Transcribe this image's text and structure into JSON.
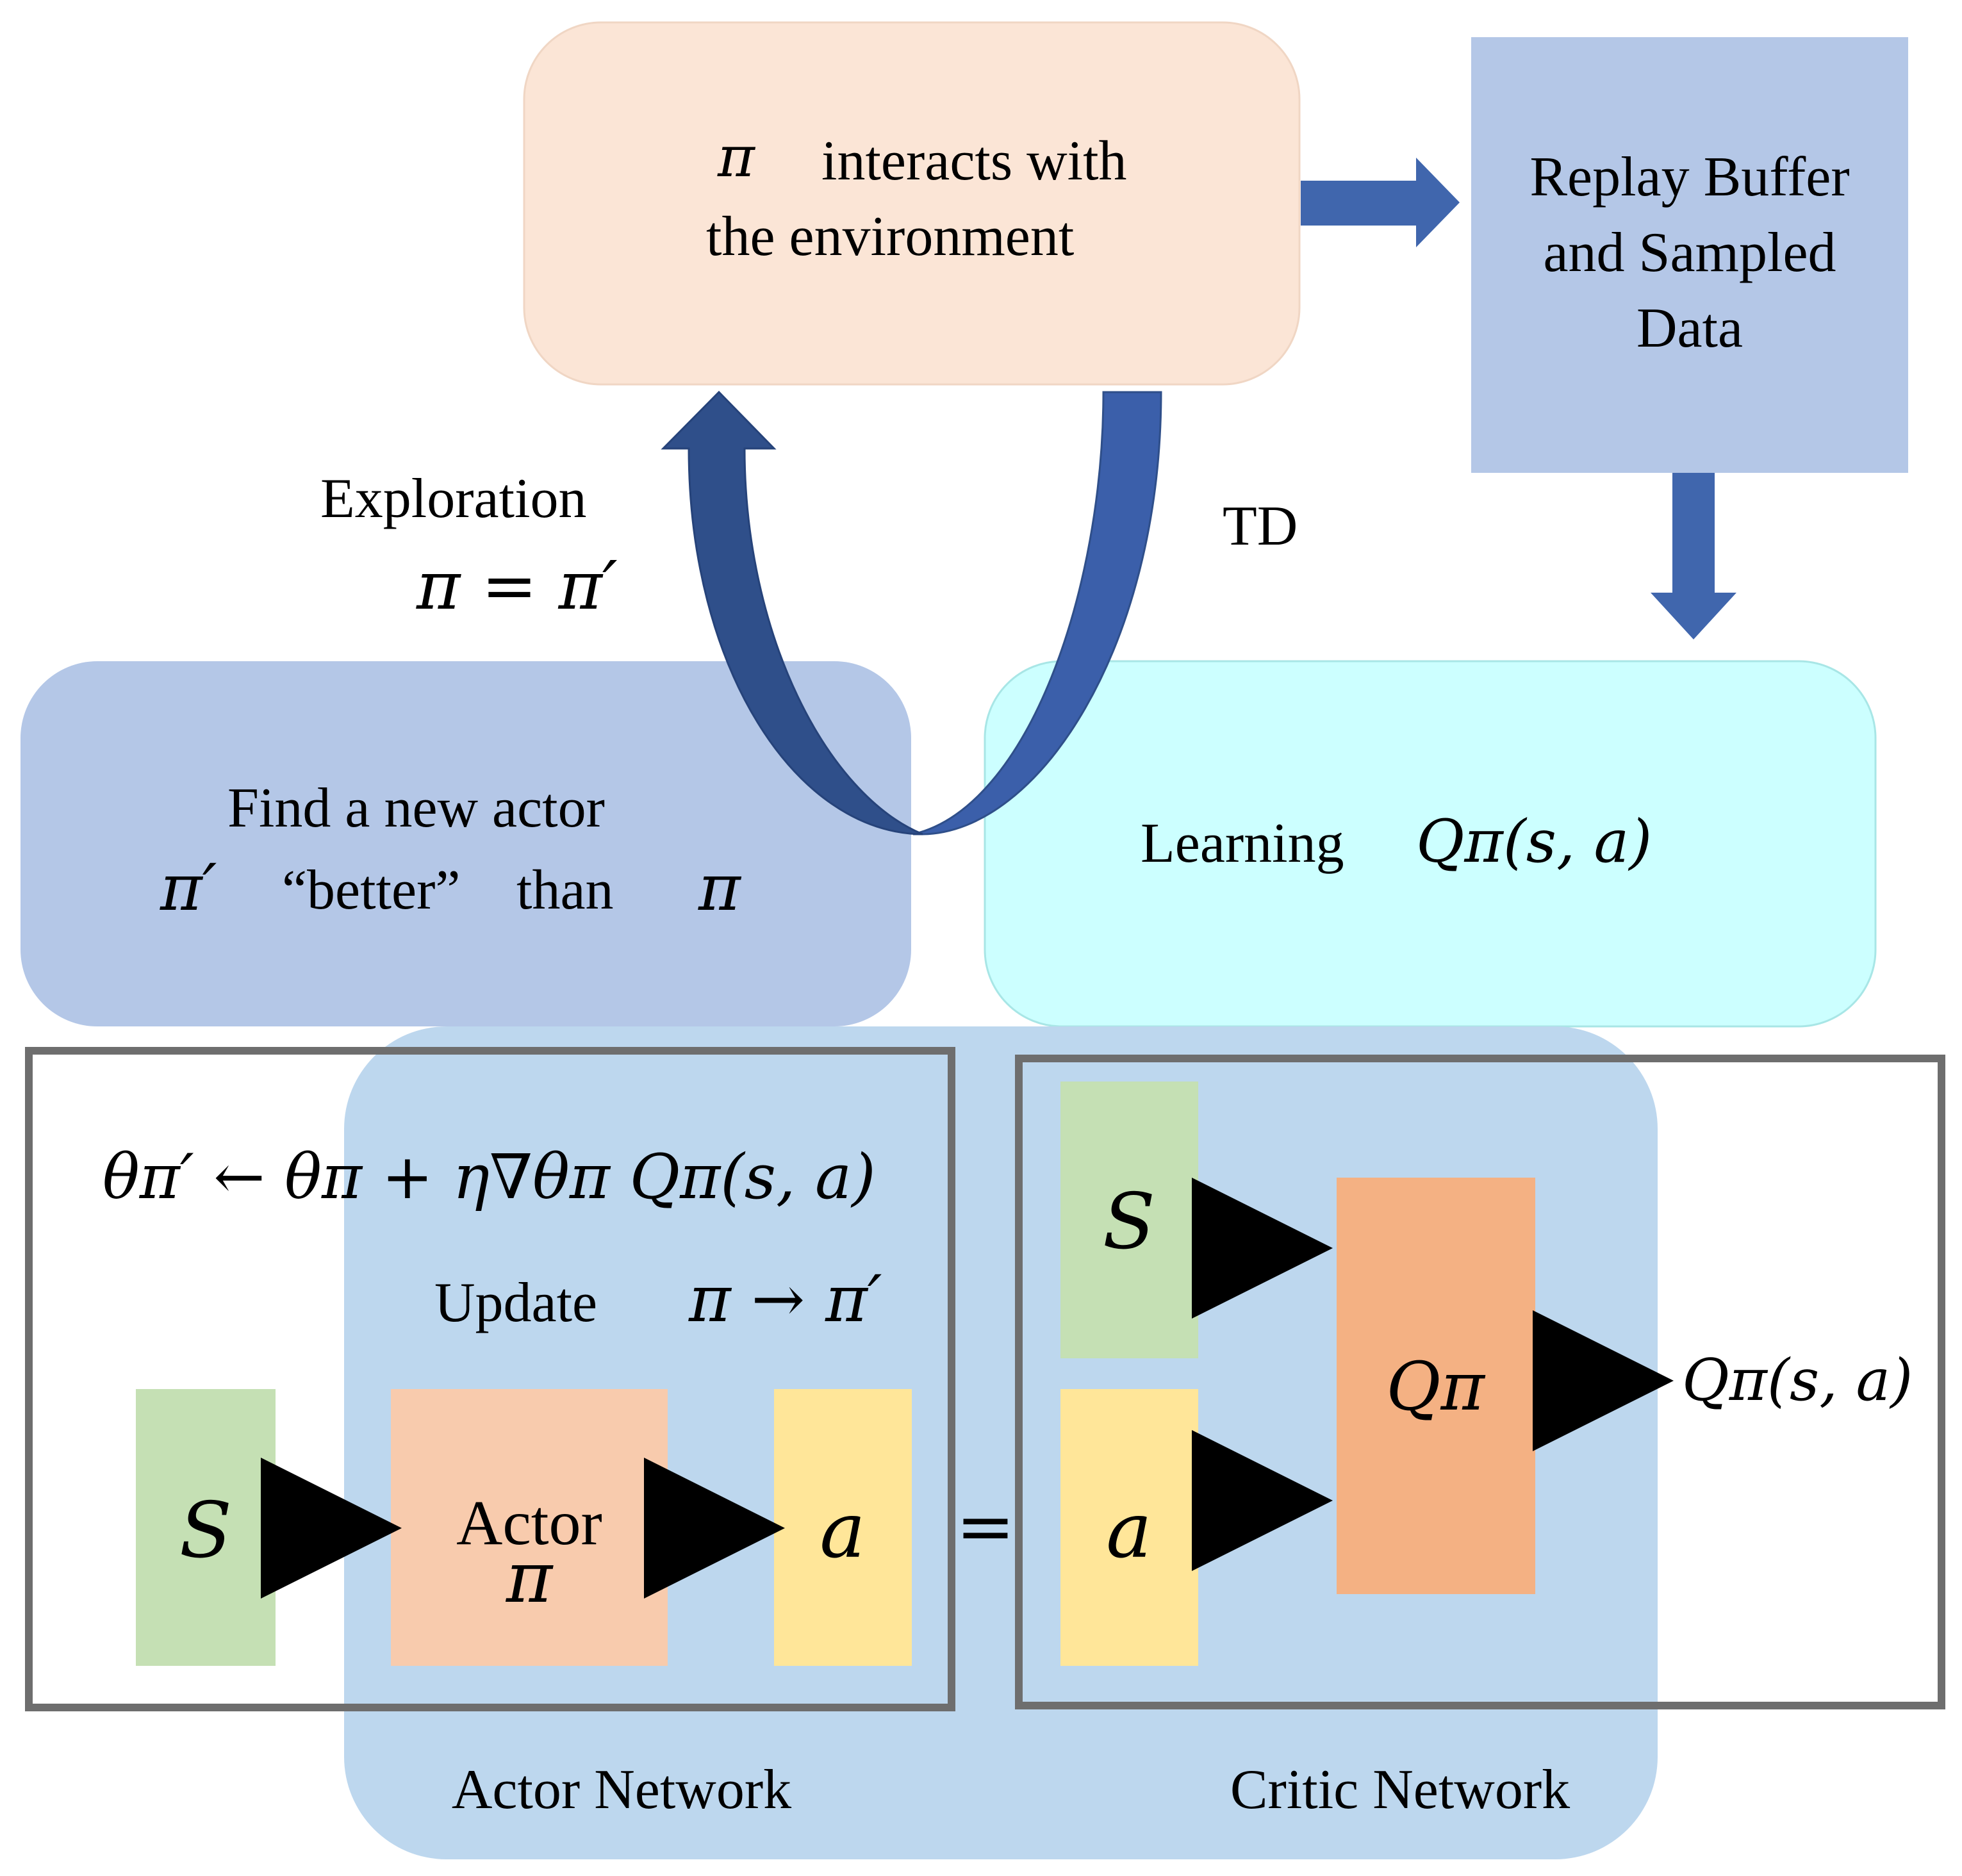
{
  "colors": {
    "env_box": "#fbe5d6",
    "replay_box": "#b4c7e7",
    "actor_box": "#b4c7e7",
    "critic_box": "#ccffff",
    "network_bg": "#bdd7ee",
    "state_box": "#c5e0b4",
    "action_box": "#ffe699",
    "actor_net": "#f8cbad",
    "q_net": "#f4b183",
    "arrow_blue": "#4066ad",
    "arrow_dark": "#2f4f8a",
    "frame": "#6e6e6e"
  },
  "environment": {
    "pi": "π",
    "line1": "interacts with",
    "line2": "the environment"
  },
  "replay_buffer": {
    "line1": "Replay Buffer",
    "line2": "and Sampled",
    "line3": "Data"
  },
  "exploration": {
    "label": "Exploration",
    "formula": "π = π′"
  },
  "td_label": "TD",
  "find_actor": {
    "line1": "Find a new actor",
    "pi_prime": "π′",
    "better": "“better”",
    "than": "than",
    "pi": "π"
  },
  "learning": {
    "label": "Learning",
    "q": "Qπ(s, a)"
  },
  "actor_panel": {
    "update_rule": "θπ′ ← θπ + η∇θπ Qπ(s, a)",
    "update_label": "Update",
    "update_formula": "π → π′",
    "state": "S",
    "actor_label": "Actor",
    "actor_pi": "π",
    "action": "a",
    "caption": "Actor Network"
  },
  "equals": "=",
  "critic_panel": {
    "state": "S",
    "action": "a",
    "q_net": "Qπ",
    "output": "Qπ(s, a)",
    "caption": "Critic Network"
  }
}
